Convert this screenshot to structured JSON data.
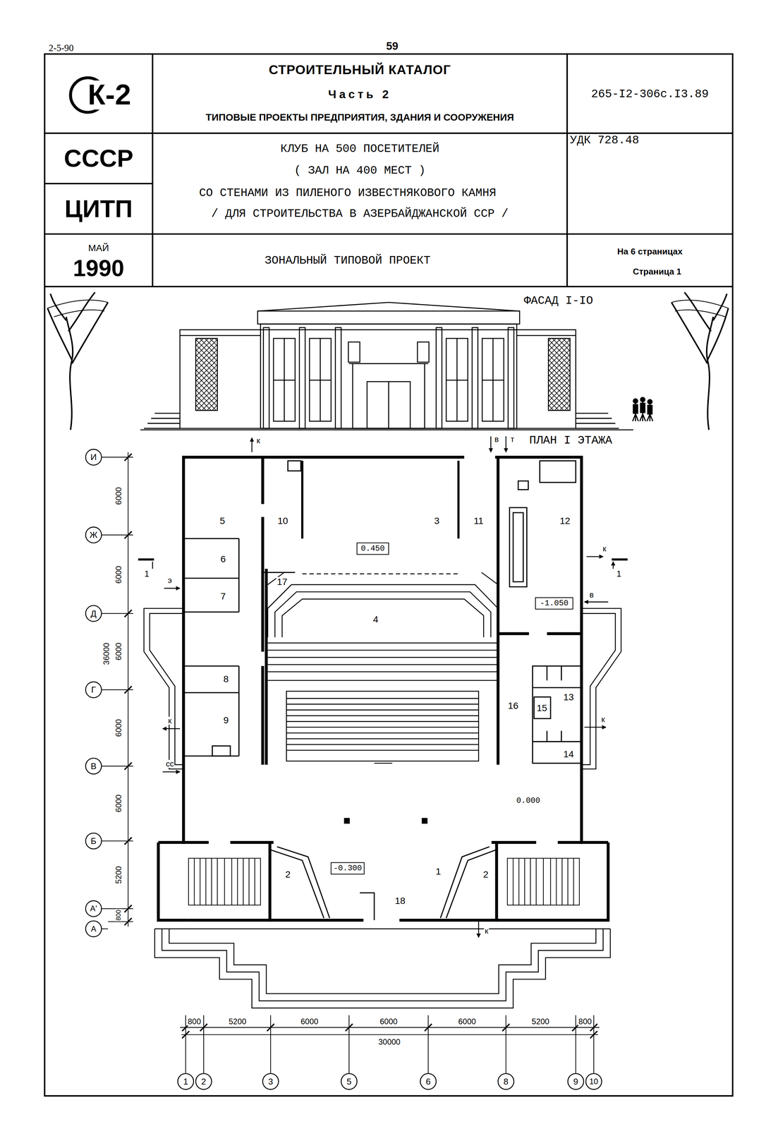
{
  "diagram": {
    "labels": [
      "2-5-90",
      "59",
      "К-2",
      "СТРОИТЕЛЬНЫЙ КАТАЛОГ",
      "Часть 2",
      "ТИПОВЫЕ ПРОЕКТЫ ПРЕДПРИЯТИЯ, ЗДАНИЯ И СООРУЖЕНИЯ",
      "265-I2-306с.I3.89",
      "СССР",
      "ЦИТП",
      "МАЙ",
      "1990",
      "КЛУБ НА 500 ПОСЕТИТЕЛЕЙ",
      "( ЗАЛ НА 400 МЕСТ )",
      "СО СТЕНАМИ ИЗ ПИЛЕНОГО ИЗВЕСТНЯКОВОГО КАМНЯ",
      "/ ДЛЯ СТРОИТЕЛЬСТВА В АЗЕРБАЙДЖАНСКОЙ ССР /",
      "УДК 728.48",
      "ЗОНАЛЬНЫЙ ТИПОВОЙ ПРОЕКТ",
      "На 6 страницах",
      "Страница 1",
      "ФАСАД I-IO",
      "ПЛАН I ЭТАЖА",
      "1",
      "2",
      "2",
      "3",
      "4",
      "5",
      "6",
      "7",
      "8",
      "9",
      "10",
      "11",
      "12",
      "13",
      "14",
      "15",
      "16",
      "17",
      "18",
      "0.450",
      "-1.050",
      "0.000",
      "-0.300",
      "И",
      "Ж",
      "Д",
      "Г",
      "В",
      "Б",
      "А'",
      "А",
      "6000",
      "6000",
      "6000",
      "6000",
      "6000",
      "5200",
      "800",
      "36000",
      "800",
      "5200",
      "6000",
      "6000",
      "6000",
      "5200",
      "800",
      "30000",
      "1",
      "2",
      "3",
      "5",
      "6",
      "8",
      "9",
      "10",
      "к",
      "в",
      "т",
      "к",
      "э",
      "в",
      "к",
      "к",
      "сс",
      "к",
      "1",
      "1"
    ]
  }
}
